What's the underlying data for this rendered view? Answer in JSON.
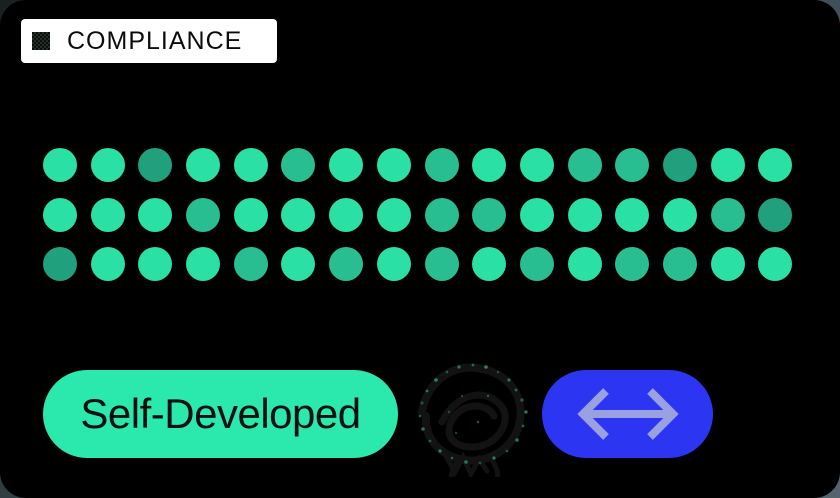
{
  "theme": {
    "page_bg_dark": "#1a201f",
    "page_bg_slate": "#55646d",
    "card_bg": "#000000",
    "badge_bg": "#ffffff",
    "badge_text": "#0b0d0d",
    "green": "#2be8ac",
    "button_text": "#0a100d",
    "blue": "#2b35f2",
    "arrow": "#99a1e3",
    "dot_a": "#2be0a4",
    "dot_b": "#29bd92",
    "dot_c": "#21a07e",
    "scribble": "#121212",
    "speckle": "#2e8f6e"
  },
  "badge": {
    "label": "COMPLIANCE",
    "icon": "halftone-square-icon"
  },
  "dots": {
    "rows": 3,
    "cols": 16,
    "tones": {
      "A": "bright-green",
      "B": "medium-green",
      "C": "dark-green"
    },
    "matrix": [
      "AACAABAABAABBCAA",
      "AAABAAAABBAAAABC",
      "CAAABABABABABBAA"
    ]
  },
  "buttons": {
    "self_developed": {
      "label": "Self-Developed"
    },
    "resize": {
      "icon": "horizontal-double-arrow-icon"
    }
  },
  "doodle": {
    "type": "hand-scribble",
    "speckles": [
      [
        124,
        60,
        1.6,
        0.9
      ],
      [
        121,
        74,
        1.4,
        0.7
      ],
      [
        115,
        88,
        1.8,
        0.8
      ],
      [
        105,
        99,
        1.3,
        0.6
      ],
      [
        92,
        106,
        1.6,
        0.9
      ],
      [
        78,
        111,
        1.4,
        0.5
      ],
      [
        64,
        110,
        1.8,
        0.8
      ],
      [
        50,
        106,
        1.3,
        0.7
      ],
      [
        38,
        99,
        1.6,
        0.9
      ],
      [
        28,
        89,
        1.4,
        0.6
      ],
      [
        21,
        77,
        1.8,
        0.8
      ],
      [
        18,
        64,
        1.3,
        0.7
      ],
      [
        20,
        51,
        1.6,
        0.5
      ],
      [
        25,
        39,
        1.4,
        0.8
      ],
      [
        34,
        28,
        1.8,
        0.9
      ],
      [
        45,
        20,
        1.3,
        0.6
      ],
      [
        57,
        15,
        1.6,
        0.8
      ],
      [
        71,
        13,
        1.4,
        0.7
      ],
      [
        84,
        15,
        1.8,
        0.9
      ],
      [
        96,
        20,
        1.3,
        0.5
      ],
      [
        107,
        28,
        1.6,
        0.8
      ],
      [
        114,
        38,
        1.4,
        0.7
      ],
      [
        120,
        48,
        1.8,
        0.6
      ],
      [
        60,
        44,
        1.2,
        0.5
      ],
      [
        76,
        70,
        1.3,
        0.6
      ],
      [
        54,
        81,
        1.2,
        0.5
      ],
      [
        86,
        44,
        1.2,
        0.6
      ],
      [
        47,
        60,
        1.2,
        0.5
      ]
    ]
  }
}
